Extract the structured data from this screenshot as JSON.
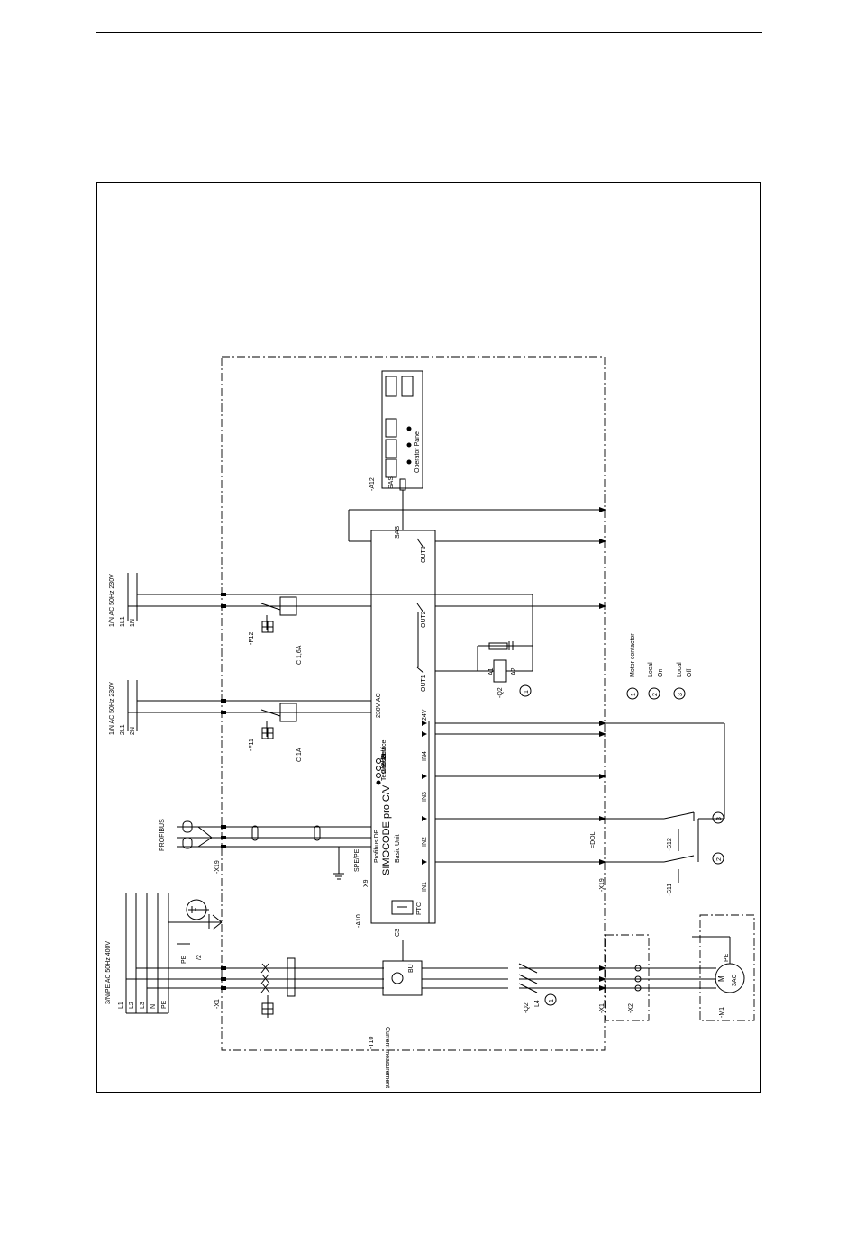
{
  "supply": {
    "main": "3/N/PE AC 50Hz 400V",
    "main_lines": [
      "L1",
      "L2",
      "L3",
      "N",
      "PE"
    ],
    "aux1": "1/N AC 50Hz 230V",
    "aux1_lines": [
      "1L1",
      "1N"
    ],
    "aux2": "1/N AC 50Hz 230V",
    "aux2_lines": [
      "2L1",
      "2N"
    ],
    "pe_label": "PE",
    "pe_num": "/2"
  },
  "fuses": {
    "f12_name": "-F12",
    "f12_rating": "C 1,6A",
    "f11_name": "-F11",
    "f11_rating": "C 1A"
  },
  "terminals": {
    "x1": "-X1",
    "x19_left": "-X19",
    "x19_right": "-X19",
    "x2": "-X2",
    "x1_right": "-X1"
  },
  "device": {
    "name": "SIMOCODE pro C/V",
    "sub": "Basic Unit",
    "designation": "-A10",
    "profibus": "PROFIBUS",
    "profibus_dp": "Profibus DP",
    "supply_label": "230V AC",
    "sas": "SAS",
    "ptc": "PTC",
    "leds": [
      "Device",
      "BUS",
      "Gen.fault",
      "Test/reset"
    ],
    "inputs": [
      "IN1",
      "IN2",
      "IN3",
      "IN4"
    ],
    "outputs": [
      "OUT1",
      "OUT2",
      "OUT3"
    ],
    "v24": "24V",
    "spe": "SPE/PE",
    "x9": "X9"
  },
  "panel": {
    "designation": "-A12",
    "title": "Operator Panel",
    "sas": "SAS"
  },
  "contactor": {
    "name": "-Q2",
    "a1": "A1",
    "a2": "A2",
    "l4": "L4"
  },
  "current": {
    "name": "-T10",
    "label": "Current measurement",
    "c3": "C3",
    "bu": "BU"
  },
  "buttons": {
    "s11": "-S11",
    "s12": "-S12",
    "dol": "=DOL"
  },
  "motor": {
    "name": "-M1",
    "text": "M",
    "ac": "3AC",
    "pe": "PE"
  },
  "legend": [
    {
      "num": "1",
      "text1": "Motor contactor",
      "text2": ""
    },
    {
      "num": "2",
      "text1": "Local",
      "text2": "On"
    },
    {
      "num": "3",
      "text1": "Local",
      "text2": "Off"
    }
  ]
}
